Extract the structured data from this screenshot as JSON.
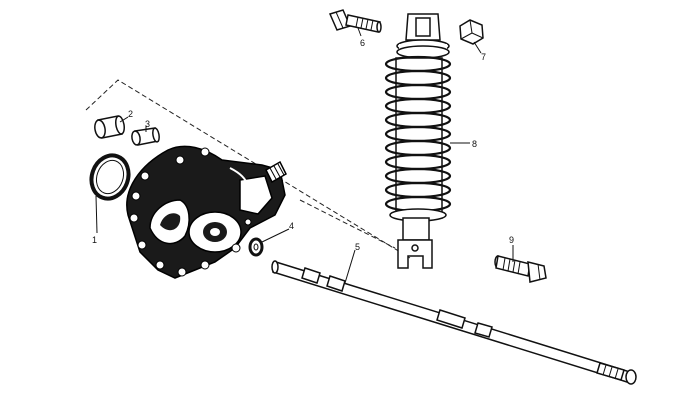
{
  "diagram": {
    "style": "exploded-parts-drawing",
    "line_color": "#111111",
    "background": "#ffffff",
    "parts": [
      {
        "callout": "1",
        "icon": "o-ring-icon"
      },
      {
        "callout": "2",
        "icon": "dowel-pin-icon"
      },
      {
        "callout": "3",
        "icon": "dowel-pin-icon"
      },
      {
        "callout": "4",
        "icon": "washer-icon"
      },
      {
        "callout": "5",
        "icon": "axle-shaft-icon"
      },
      {
        "callout": "6",
        "icon": "bolt-icon"
      },
      {
        "callout": "7",
        "icon": "nut-icon"
      },
      {
        "callout": "8",
        "icon": "shock-absorber-icon"
      },
      {
        "callout": "9",
        "icon": "bolt-icon"
      }
    ],
    "housing_icon": "gearbox-housing-icon"
  }
}
